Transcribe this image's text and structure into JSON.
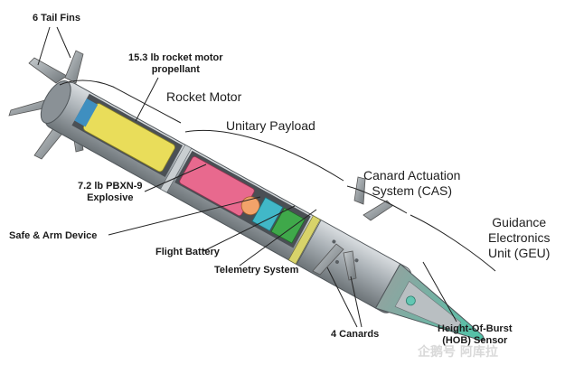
{
  "labels": {
    "tail_fins": "6 Tail Fins",
    "propellant": "15.3 lb rocket motor\npropellant",
    "rocket_motor": "Rocket Motor",
    "unitary_payload": "Unitary Payload",
    "explosive": "7.2 lb PBXN-9\nExplosive",
    "safe_arm": "Safe & Arm Device",
    "flight_battery": "Flight Battery",
    "telemetry": "Telemetry System",
    "cas": "Canard Actuation\nSystem (CAS)",
    "geu": "Guidance\nElectronics\nUnit (GEU)",
    "canards": "4 Canards",
    "hob": "Height-Of-Burst\n(HOB) Sensor"
  },
  "watermark": "企鹅号 阿库拉",
  "colors": {
    "body": "#9fa6ab",
    "propellant": "#e9dd5a",
    "explosive": "#e8698e",
    "battery": "#41b8c8",
    "telemetry": "#3fa84a",
    "nose_tip": "#5fc0a8"
  }
}
